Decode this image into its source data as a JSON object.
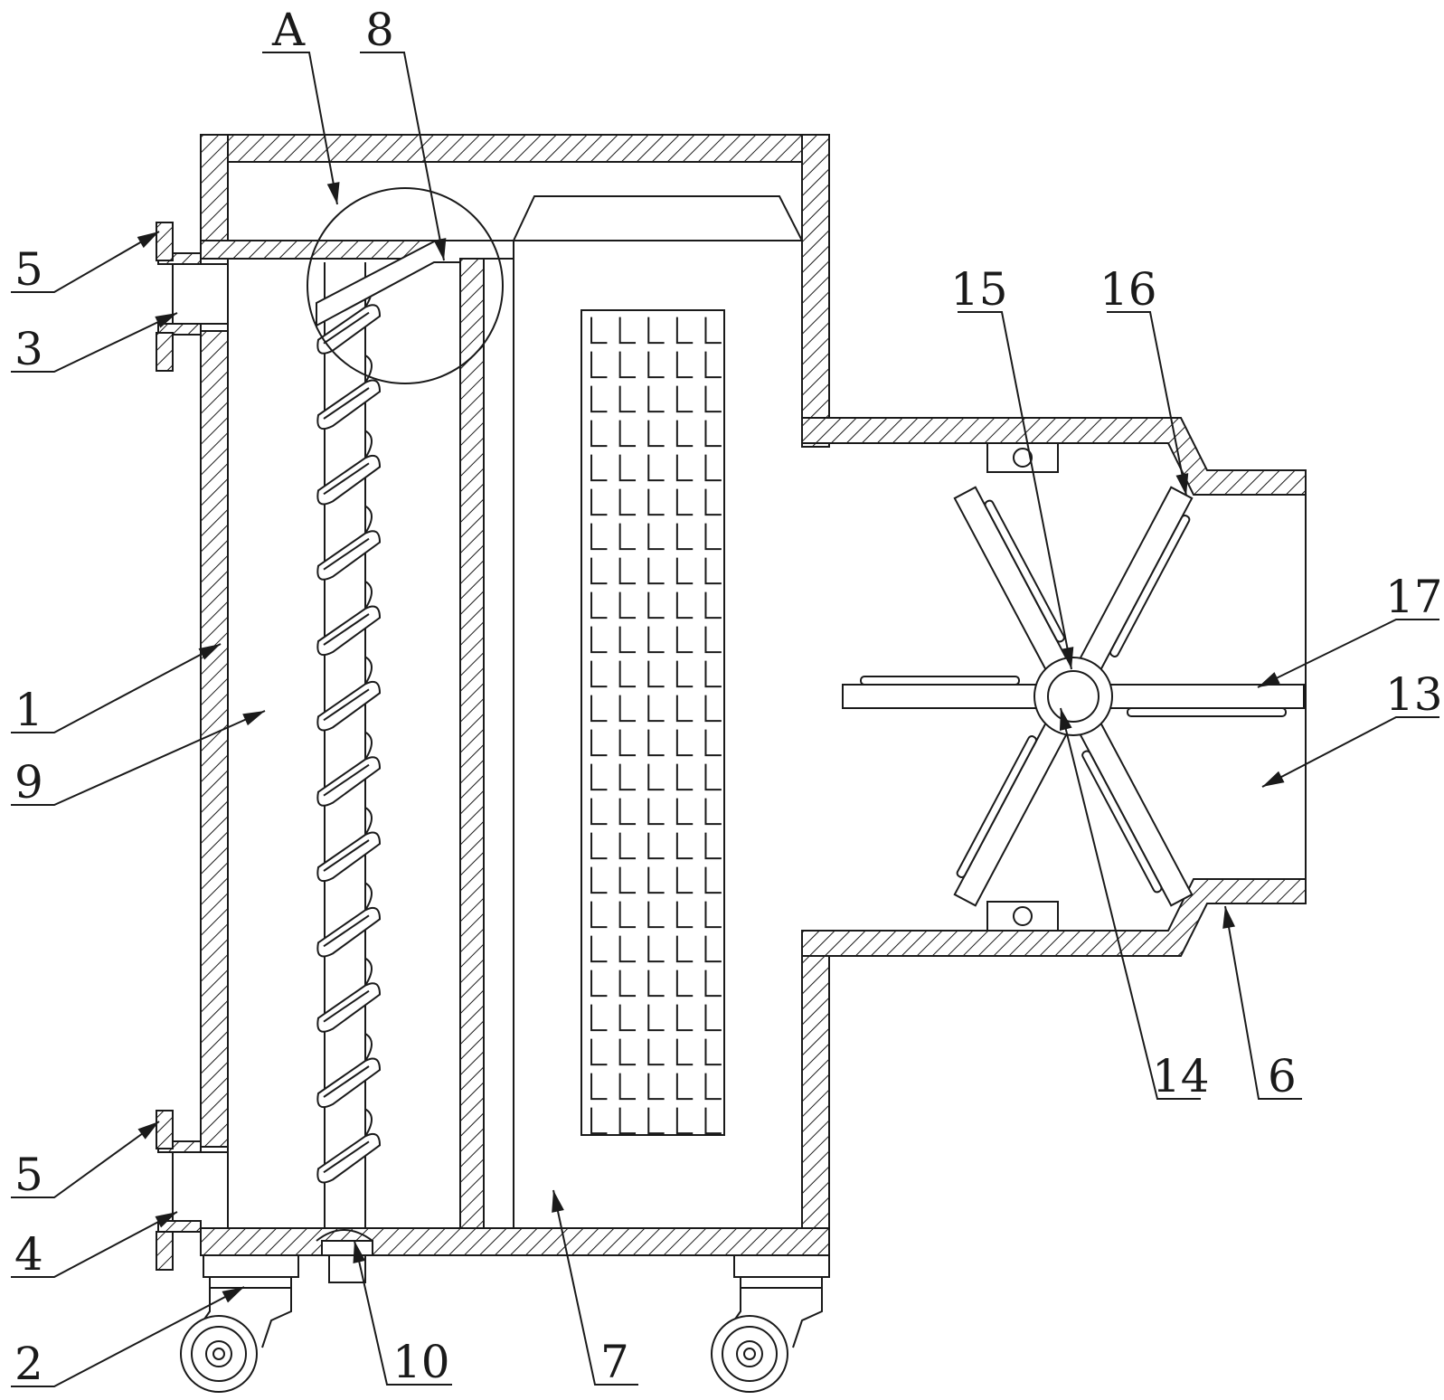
{
  "labels": {
    "A": "A",
    "n8": "8",
    "n5_top": "5",
    "n3": "3",
    "n1": "1",
    "n9": "9",
    "n5_bottom": "5",
    "n4": "4",
    "n2": "2",
    "n10": "10",
    "n7": "7",
    "n15": "15",
    "n16": "16",
    "n17": "17",
    "n13": "13",
    "n14": "14",
    "n6": "6"
  },
  "colors": {
    "line": "#1a1a1a",
    "background": "#ffffff"
  },
  "structure": {
    "auger_turns": 12,
    "fan_blades": 6,
    "mesh_rows": 24,
    "mesh_cols": 5
  }
}
